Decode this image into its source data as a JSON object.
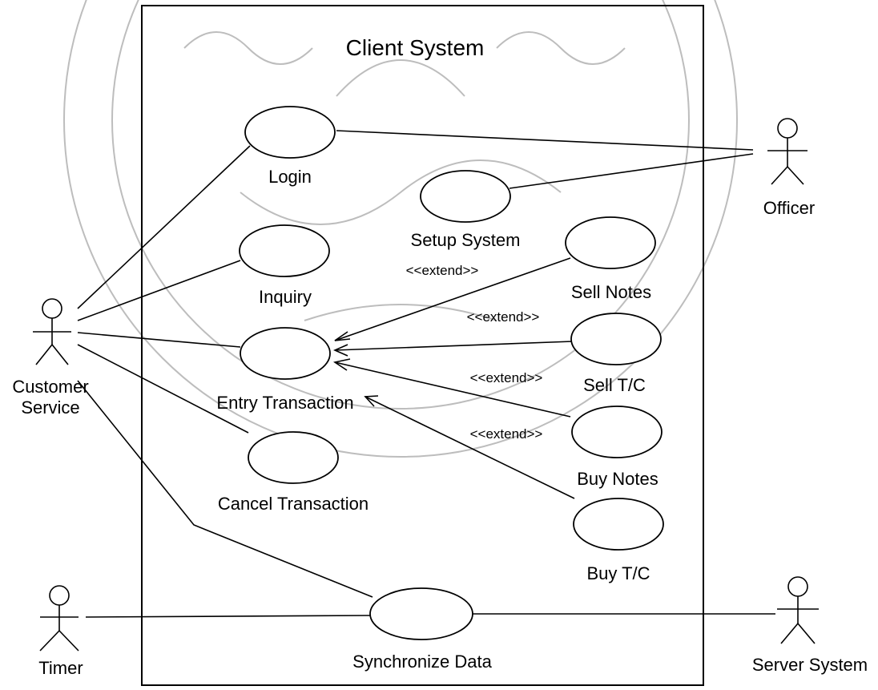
{
  "system": {
    "title": "Client System"
  },
  "actors": {
    "officer": "Officer",
    "customer_service": [
      "Customer",
      "Service"
    ],
    "timer": "Timer",
    "server_system": "Server System"
  },
  "use_cases": {
    "login": "Login",
    "setup_system": "Setup System",
    "inquiry": "Inquiry",
    "sell_notes": "Sell Notes",
    "entry_transaction": "Entry Transaction",
    "sell_tc": "Sell T/C",
    "cancel_transaction": "Cancel Transaction",
    "buy_notes": "Buy Notes",
    "buy_tc": "Buy T/C",
    "synchronize_data": "Synchronize Data"
  },
  "relations": {
    "extend_sell_notes": "<<extend>>",
    "extend_sell_tc": "<<extend>>",
    "extend_buy_notes": "<<extend>>",
    "extend_buy_tc": "<<extend>>"
  }
}
